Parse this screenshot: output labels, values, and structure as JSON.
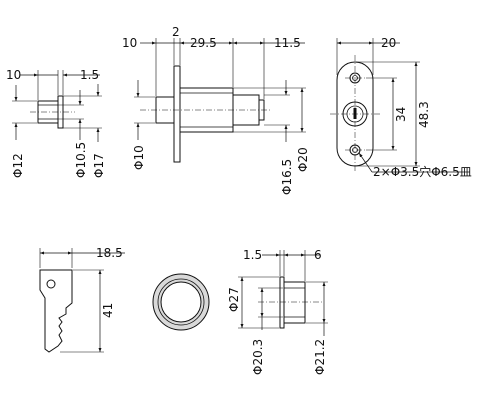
{
  "dims": {
    "d10_top": "10",
    "d1_5_top": "1.5",
    "phi12": "Φ12",
    "phi10_5": "Φ10.5",
    "phi17": "Φ17",
    "d10_mid": "10",
    "d2_mid": "2",
    "d29_5": "29.5",
    "d11_5": "11.5",
    "phi10": "Φ10",
    "phi16_5": "Φ16.5",
    "phi20": "Φ20",
    "d20": "20",
    "d34": "34",
    "d48_3": "48.3",
    "hole_note": "2×Φ3.5穴Φ6.5皿",
    "d18_5": "18.5",
    "d41": "41",
    "d1_5_bot": "1.5",
    "d6": "6",
    "phi27": "Φ27",
    "phi20_3": "Φ20.3",
    "phi21_2": "Φ21.2"
  },
  "colors": {
    "lineColor": "#111111",
    "partFill": "#ffffff",
    "shadeFill": "#d9d9d9"
  }
}
